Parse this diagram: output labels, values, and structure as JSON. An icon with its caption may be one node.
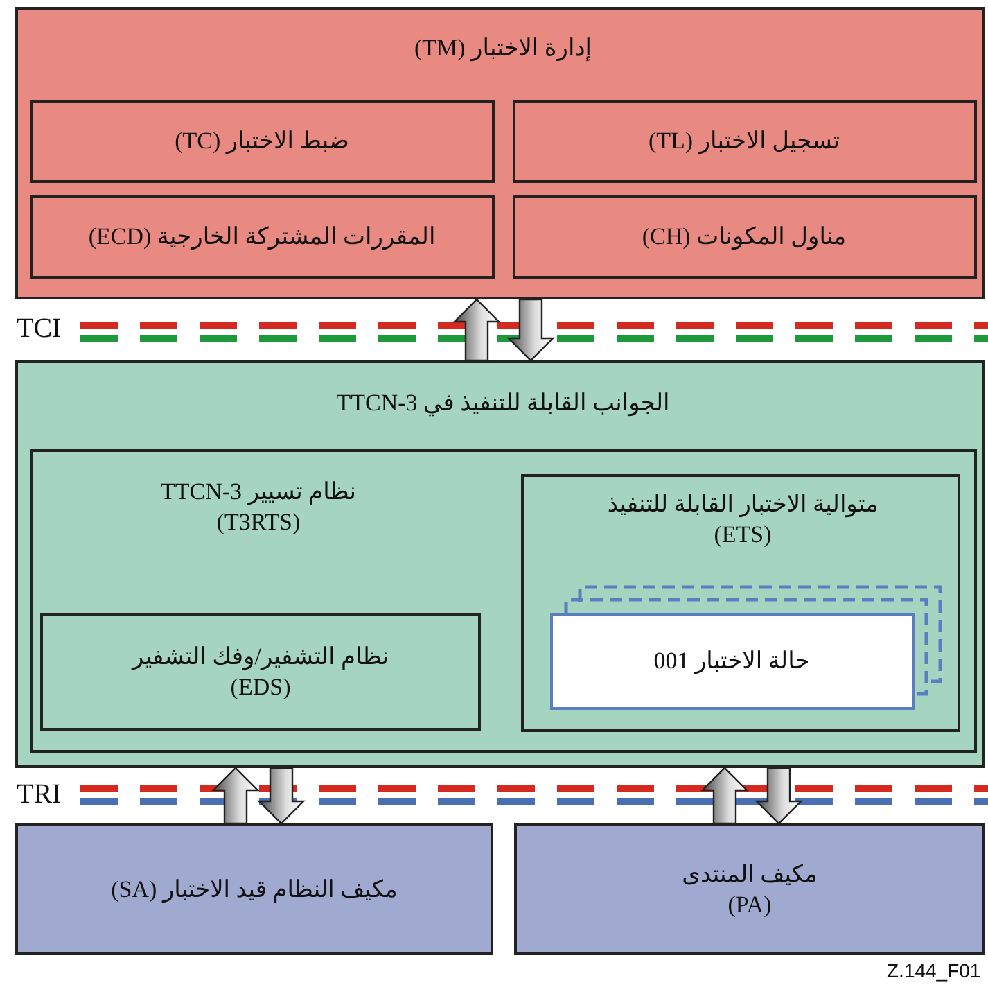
{
  "diagram": {
    "nodes": [
      {
        "text": [
          "إدارة الاختبار (TM)"
        ]
      },
      {
        "text": [
          "ضبط الاختبار (TC)"
        ],
        "in": 0
      },
      {
        "text": [
          "تسجيل الاختبار (TL)"
        ],
        "in": 0
      },
      {
        "text": [
          "المقررات المشتركة الخارجية (ECD)"
        ],
        "in": 0
      },
      {
        "text": [
          "مناول المكونات (CH)"
        ],
        "in": 0
      },
      {
        "text": [
          "الجوانب القابلة للتنفيذ في TTCN-3"
        ]
      },
      {
        "text": [
          "نظام تسيير TTCN-3 (T3RTS)"
        ],
        "in": 5
      },
      {
        "text": [
          "نظام التشفير/وفك التشفير (EDS)"
        ],
        "in": 6
      },
      {
        "text": [
          "متوالية الاختبار القابلة للتنفيذ (ETS)"
        ],
        "in": 6
      },
      {
        "text": [],
        "shape": "box",
        "in": 8
      },
      {
        "text": [],
        "shape": "box",
        "in": 8
      },
      {
        "text": [
          "حالة الاختبار 001"
        ],
        "in": 8
      },
      {
        "text": [
          "مكيف النظام قيد الاختبار (SA)"
        ]
      },
      {
        "text": [
          "مكيف المنتدى (PA)"
        ]
      }
    ],
    "edges": [
      {
        "from": 5,
        "to": 0,
        "arrow": "to"
      },
      {
        "from": 0,
        "to": 5,
        "arrow": "to"
      },
      {
        "from": 12,
        "to": 5,
        "arrow": "to"
      },
      {
        "from": 5,
        "to": 12,
        "arrow": "to"
      },
      {
        "from": 13,
        "to": 5,
        "arrow": "to"
      },
      {
        "from": 5,
        "to": 13,
        "arrow": "to"
      }
    ],
    "labels": [
      "TCI",
      "TRI",
      "Z.144_F01"
    ]
  }
}
